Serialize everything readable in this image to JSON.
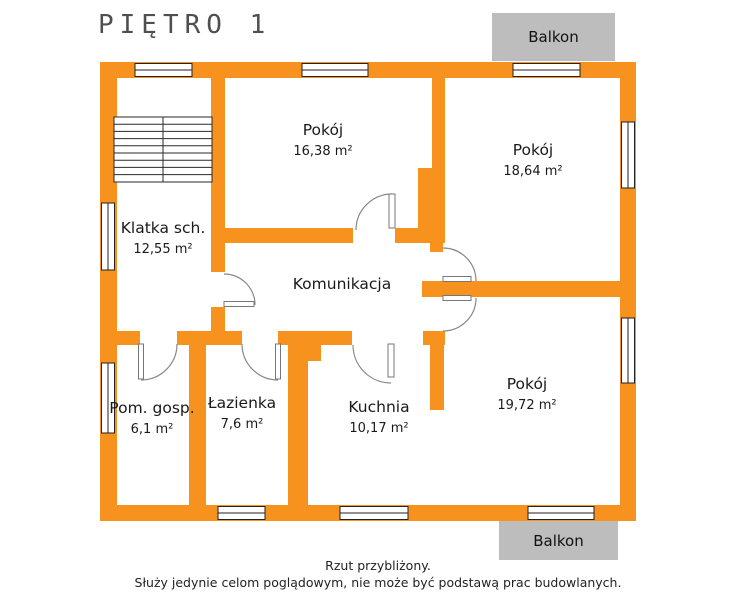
{
  "title": "PIĘTRO 1",
  "balcony_top_label": "Balkon",
  "balcony_bottom_label": "Balkon",
  "rooms": {
    "klatka": {
      "name": "Klatka sch.",
      "area": "12,55 m²"
    },
    "pokoj1": {
      "name": "Pokój",
      "area": "16,38 m²"
    },
    "pokoj2": {
      "name": "Pokój",
      "area": "18,64 m²"
    },
    "komunikacja": {
      "name": "Komunikacja"
    },
    "pomgosp": {
      "name": "Pom. gosp.",
      "area": "6,1 m²"
    },
    "lazienka": {
      "name": "Łazienka",
      "area": "7,6 m²"
    },
    "kuchnia": {
      "name": "Kuchnia",
      "area": "10,17 m²"
    },
    "pokoj3": {
      "name": "Pokój",
      "area": "19,72 m²"
    }
  },
  "footer": {
    "line1": "Rzut przybliżony.",
    "line2": "Służy jedynie celom poglądowym, nie może być podstawą prac budowlanych."
  },
  "colors": {
    "wall": "#F7921E",
    "balcony": "#BDBDBD",
    "text": "#1A1A1A"
  }
}
